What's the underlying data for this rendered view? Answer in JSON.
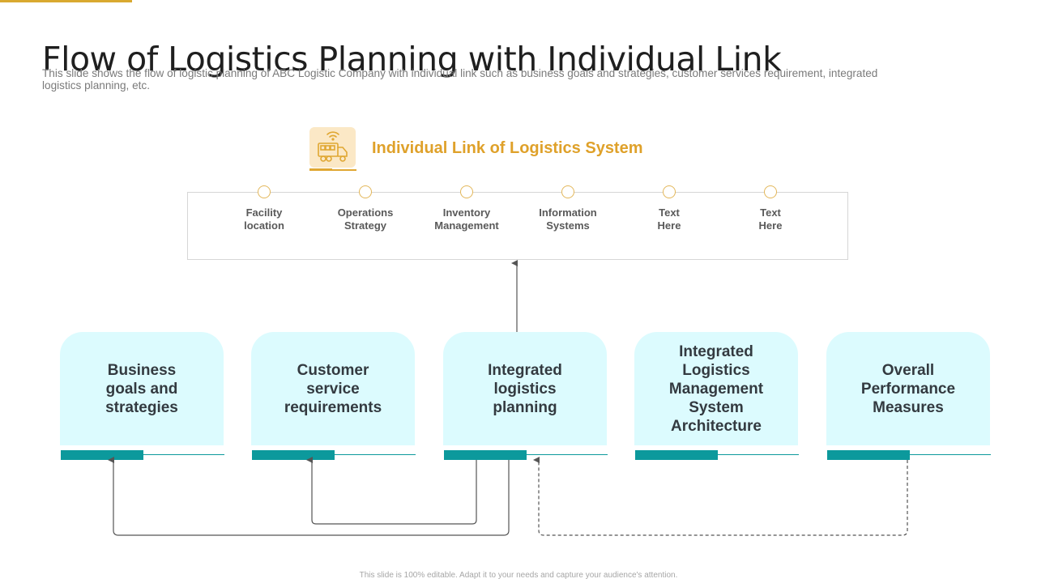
{
  "slide": {
    "title": "Flow of Logistics Planning with Individual Link",
    "subtitle": "This slide shows the flow of logistic planning of ABC Logistic Company with individual  link such as business goals and strategies, customer services requirement, integrated logistics planning, etc.",
    "footer": "This slide is 100% editable. Adapt it to your needs and capture your audience's attention."
  },
  "system": {
    "icon": "delivery-truck-wifi-icon",
    "title": "Individual Link of Logistics System",
    "links": [
      {
        "line1": "Facility",
        "line2": "location"
      },
      {
        "line1": "Operations",
        "line2": "Strategy"
      },
      {
        "line1": "Inventory",
        "line2": "Management"
      },
      {
        "line1": "Information",
        "line2": "Systems"
      },
      {
        "line1": "Text",
        "line2": "Here"
      },
      {
        "line1": "Text",
        "line2": "Here"
      }
    ]
  },
  "cards": [
    {
      "label": "Business goals and strategies"
    },
    {
      "label": "Customer service requirements"
    },
    {
      "label": "Integrated logistics planning"
    },
    {
      "label": "Integrated Logistics Management System Architecture"
    },
    {
      "label": "Overall Performance Measures"
    }
  ],
  "colors": {
    "accent_gold": "#d9a930",
    "title_orange": "#dfa12a",
    "card_fill": "#dcfbfe",
    "teal": "#0c999c",
    "connector": "#555555"
  }
}
